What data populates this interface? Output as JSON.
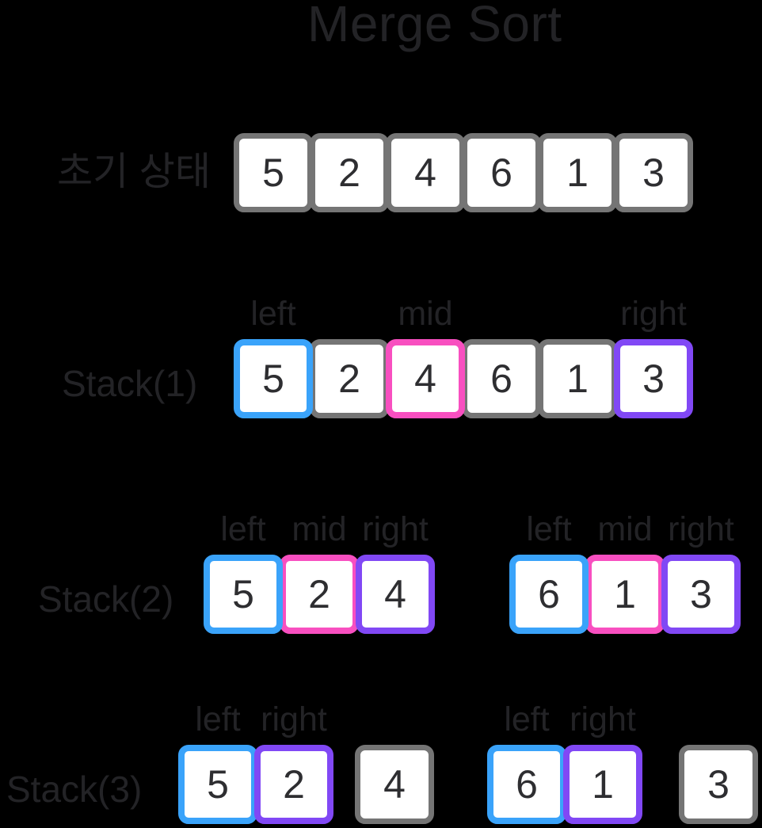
{
  "title": "Merge Sort",
  "colors": {
    "background": "#000000",
    "text": "#232326",
    "digit": "#2e2e31",
    "cell_fill": "#ffffff",
    "gray_border": "#757575",
    "blue_border": "#3aa3fa",
    "pink_border": "#f84fc0",
    "purple_border": "#8148f5"
  },
  "legend": {
    "blue_means": "left",
    "pink_means": "mid",
    "purple_means": "right"
  },
  "rows": [
    {
      "label": "초기 상태",
      "groups": [
        {
          "cells": [
            {
              "value": "5",
              "border": "gray"
            },
            {
              "value": "2",
              "border": "gray"
            },
            {
              "value": "4",
              "border": "gray"
            },
            {
              "value": "6",
              "border": "gray"
            },
            {
              "value": "1",
              "border": "gray"
            },
            {
              "value": "3",
              "border": "gray"
            }
          ]
        }
      ]
    },
    {
      "label": "Stack(1)",
      "groups": [
        {
          "cells": [
            {
              "value": "5",
              "border": "blue",
              "pointer": "left"
            },
            {
              "value": "2",
              "border": "gray"
            },
            {
              "value": "4",
              "border": "pink",
              "pointer": "mid"
            },
            {
              "value": "6",
              "border": "gray"
            },
            {
              "value": "1",
              "border": "gray"
            },
            {
              "value": "3",
              "border": "purple",
              "pointer": "right"
            }
          ]
        }
      ]
    },
    {
      "label": "Stack(2)",
      "groups": [
        {
          "cells": [
            {
              "value": "5",
              "border": "blue",
              "pointer": "left"
            },
            {
              "value": "2",
              "border": "pink",
              "pointer": "mid"
            },
            {
              "value": "4",
              "border": "purple",
              "pointer": "right"
            }
          ]
        },
        {
          "cells": [
            {
              "value": "6",
              "border": "blue",
              "pointer": "left"
            },
            {
              "value": "1",
              "border": "pink",
              "pointer": "mid"
            },
            {
              "value": "3",
              "border": "purple",
              "pointer": "right"
            }
          ]
        }
      ]
    },
    {
      "label": "Stack(3)",
      "groups": [
        {
          "cells": [
            {
              "value": "5",
              "border": "blue",
              "pointer": "left"
            },
            {
              "value": "2",
              "border": "purple",
              "pointer": "right"
            }
          ]
        },
        {
          "cells": [
            {
              "value": "4",
              "border": "gray"
            }
          ]
        },
        {
          "cells": [
            {
              "value": "6",
              "border": "blue",
              "pointer": "left"
            },
            {
              "value": "1",
              "border": "purple",
              "pointer": "right"
            }
          ]
        },
        {
          "cells": [
            {
              "value": "3",
              "border": "gray"
            }
          ]
        }
      ]
    }
  ]
}
